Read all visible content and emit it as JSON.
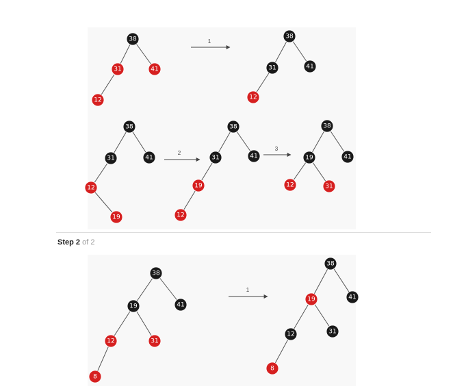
{
  "step": {
    "label": "Step",
    "current": "2",
    "of_text": "of 2"
  },
  "colors": {
    "black": "#1a1a1a",
    "red": "#d62020",
    "ring": "#ffffff"
  },
  "trees": [
    {
      "id": "s1-t1",
      "nodes": [
        {
          "v": "38",
          "c": "black"
        },
        {
          "v": "31",
          "c": "red"
        },
        {
          "v": "41",
          "c": "red"
        },
        {
          "v": "12",
          "c": "red"
        }
      ]
    },
    {
      "id": "s1-t2",
      "nodes": [
        {
          "v": "38",
          "c": "black"
        },
        {
          "v": "31",
          "c": "black"
        },
        {
          "v": "41",
          "c": "black"
        },
        {
          "v": "12",
          "c": "red"
        }
      ]
    },
    {
      "id": "s1-t3",
      "nodes": [
        {
          "v": "38",
          "c": "black"
        },
        {
          "v": "31",
          "c": "black"
        },
        {
          "v": "41",
          "c": "black"
        },
        {
          "v": "12",
          "c": "red"
        },
        {
          "v": "19",
          "c": "red"
        }
      ]
    },
    {
      "id": "s1-t4",
      "nodes": [
        {
          "v": "38",
          "c": "black"
        },
        {
          "v": "31",
          "c": "black"
        },
        {
          "v": "41",
          "c": "black"
        },
        {
          "v": "19",
          "c": "red"
        },
        {
          "v": "12",
          "c": "red"
        }
      ]
    },
    {
      "id": "s1-t5",
      "nodes": [
        {
          "v": "38",
          "c": "black"
        },
        {
          "v": "19",
          "c": "black"
        },
        {
          "v": "41",
          "c": "black"
        },
        {
          "v": "12",
          "c": "red"
        },
        {
          "v": "31",
          "c": "red"
        }
      ]
    },
    {
      "id": "s2-t1",
      "nodes": [
        {
          "v": "38",
          "c": "black"
        },
        {
          "v": "19",
          "c": "black"
        },
        {
          "v": "41",
          "c": "black"
        },
        {
          "v": "12",
          "c": "red"
        },
        {
          "v": "31",
          "c": "red"
        },
        {
          "v": "8",
          "c": "red"
        }
      ]
    },
    {
      "id": "s2-t2",
      "nodes": [
        {
          "v": "38",
          "c": "black"
        },
        {
          "v": "19",
          "c": "red"
        },
        {
          "v": "41",
          "c": "black"
        },
        {
          "v": "12",
          "c": "black"
        },
        {
          "v": "31",
          "c": "black"
        },
        {
          "v": "8",
          "c": "red"
        }
      ]
    }
  ],
  "arrows": [
    {
      "label": "1"
    },
    {
      "label": "2"
    },
    {
      "label": "3"
    },
    {
      "label": "1"
    }
  ]
}
